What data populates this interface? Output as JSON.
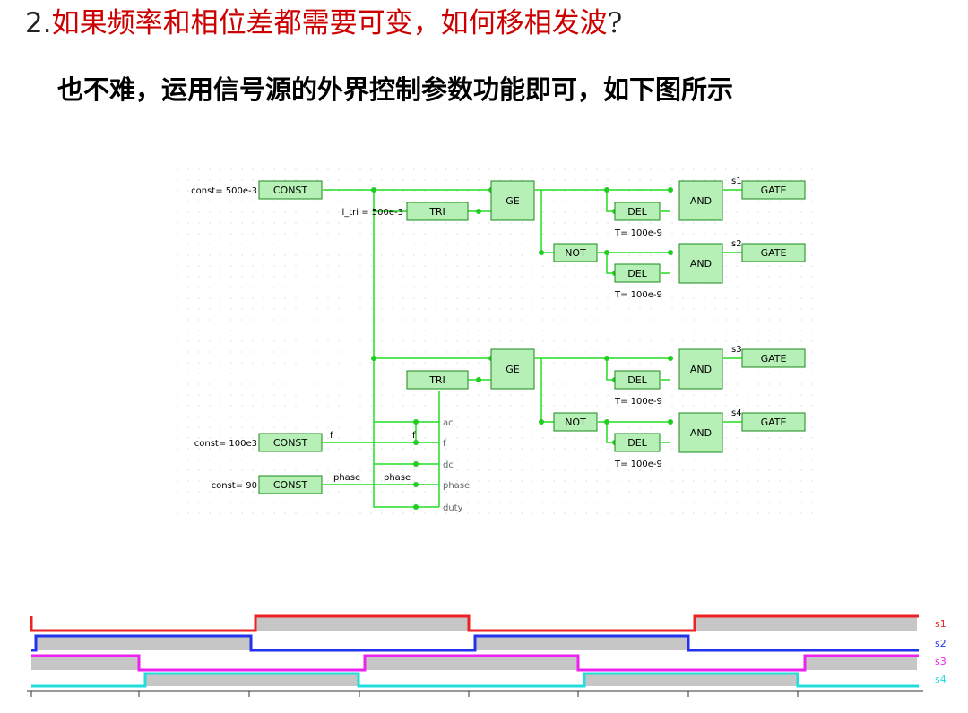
{
  "heading": {
    "number": "2.",
    "text": "如果频率和相位差都需要可变，如何移相发波",
    "question_mark": "?"
  },
  "subtitle": "也不难，运用信号源的外界控制参数功能即可，如下图所示",
  "colors": {
    "wire": "#22dd22",
    "block_fill": "#b6f0b6",
    "block_stroke": "#1a8a1a",
    "dot": "#22cc22",
    "grid": "#c8c8c8"
  },
  "schematic": {
    "const_labels": [
      "const= 500e-3",
      "const= 100e3",
      "const= 90"
    ],
    "tri_label": "l_tri = 500e-3",
    "blocks": {
      "const": "CONST",
      "tri": "TRI",
      "ge": "GE",
      "not": "NOT",
      "del": "DEL",
      "and": "AND",
      "gate": "GATE"
    },
    "delay_label": "T= 100e-9",
    "outputs": [
      "s1",
      "s2",
      "s3",
      "s4"
    ],
    "wire_labels": {
      "f": "f",
      "phase": "phase"
    },
    "tri_ports": [
      "ac",
      "f",
      "dc",
      "phase",
      "duty"
    ]
  },
  "waveforms": {
    "series": [
      {
        "name": "s1",
        "color": "#ee2222"
      },
      {
        "name": "s2",
        "color": "#2233ee"
      },
      {
        "name": "s3",
        "color": "#ee22ee"
      },
      {
        "name": "s4",
        "color": "#22dddd"
      }
    ]
  }
}
